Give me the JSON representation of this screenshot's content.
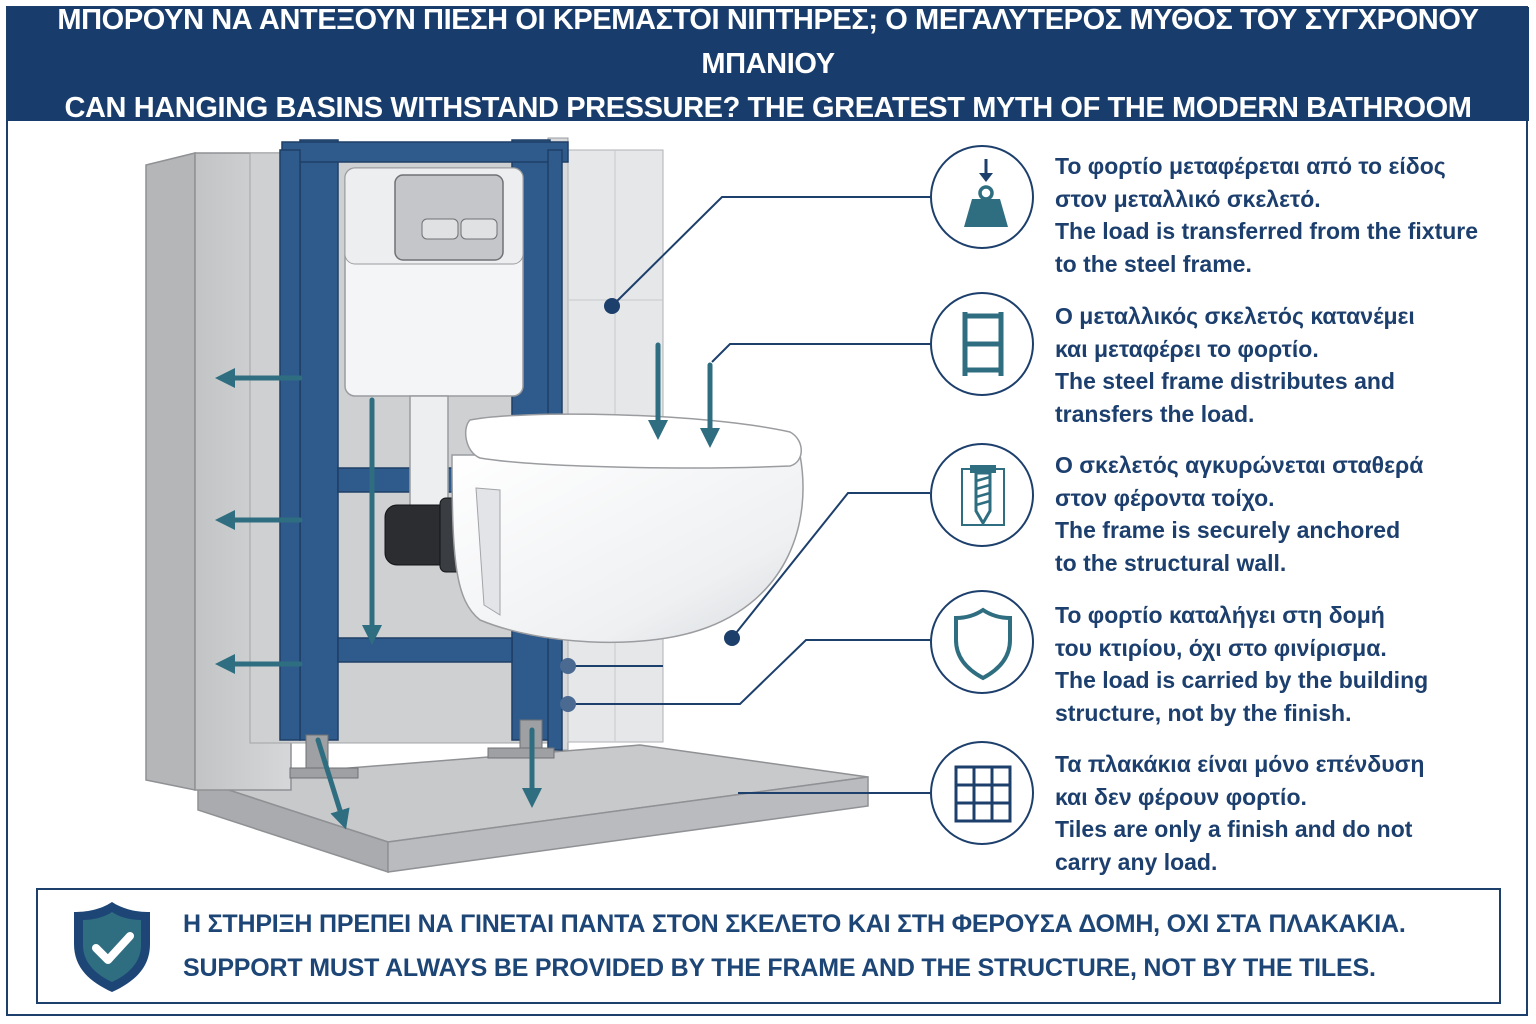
{
  "header": {
    "title_greek": "ΜΠΟΡΟΥΝ ΝΑ ΑΝΤΕΞΟΥΝ ΠΙΕΣΗ ΟΙ ΚΡΕΜΑΣΤΟΙ ΝΙΠΤΗΡΕΣ; Ο ΜΕΓΑΛΥΤΕΡΟΣ ΜΥΘΟΣ ΤΟΥ ΣΥΓΧΡΟΝΟΥ ΜΠΑΝΙΟΥ",
    "title_english": "CAN HANGING BASINS WITHSTAND PRESSURE? THE GREATEST MYTH OF THE MODERN BATHROOM"
  },
  "colors": {
    "navy": "#183c6b",
    "steel_frame": "#2e5a8c",
    "arrow_teal": "#2f6e80",
    "wall_grey": "#c9cacc",
    "text_navy": "#1c3f6e"
  },
  "points": [
    {
      "icon": "weight-down-icon",
      "greek_line1": "Το φορτίο μεταφέρεται από το είδος",
      "greek_line2": "στον μεταλλικό σκελετό.",
      "english_line1": "The load is transferred from the fixture",
      "english_line2": "to the steel frame."
    },
    {
      "icon": "ladder-frame-icon",
      "greek_line1": "Ο μεταλλικός σκελετός κατανέμει",
      "greek_line2": "και μεταφέρει το φορτίο.",
      "english_line1": "The steel frame distributes and",
      "english_line2": "transfers the load."
    },
    {
      "icon": "wall-anchor-screw-icon",
      "greek_line1": "Ο σκελετός αγκυρώνεται σταθερά",
      "greek_line2": "στον φέροντα τοίχο.",
      "english_line1": "The frame is securely anchored",
      "english_line2": "to the structural wall."
    },
    {
      "icon": "shield-icon",
      "greek_line1": "Το φορτίο καταλήγει στη δομή",
      "greek_line2": "του κτιρίου, όχι στο φινίρισμα.",
      "english_line1": "The load is carried by the building",
      "english_line2": "structure, not by the finish."
    },
    {
      "icon": "tile-grid-icon",
      "greek_line1": "Τα πλακάκια είναι μόνο επένδυση",
      "greek_line2": "και δεν φέρουν φορτίο.",
      "english_line1": "Tiles are only a finish and do not",
      "english_line2": "carry any load."
    }
  ],
  "footer": {
    "icon": "shield-check-icon",
    "greek": "Η ΣΤΗΡΙΞΗ ΠΡΕΠΕΙ ΝΑ ΓΙΝΕΤΑΙ ΠΑΝΤΑ ΣΤΟΝ ΣΚΕΛΕΤΟ ΚΑΙ ΣΤΗ ΦΕΡΟΥΣΑ ΔΟΜΗ, ΟΧΙ ΣΤΑ ΠΛΑΚΑΚΙΑ.",
    "english": "SUPPORT MUST ALWAYS BE PROVIDED BY THE FRAME AND THE STRUCTURE, NOT BY THE TILES."
  }
}
